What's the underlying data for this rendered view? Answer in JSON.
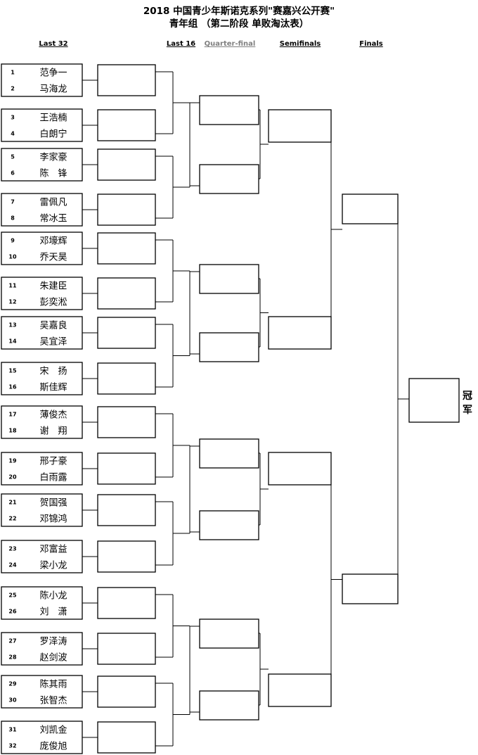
{
  "title_line1": "2018 中国青少年斯诺克系列\"赛嘉兴公开赛\"",
  "title_line2": "青年组 （第二阶段 单败淘汰表）",
  "rounds": {
    "last32": "Last 32",
    "last16": "Last 16",
    "quarter": "Quarter-final",
    "semi": "Semifinals",
    "finals": "Finals"
  },
  "champion_label": "冠军",
  "players": [
    {
      "seed": "1",
      "name": "范争一"
    },
    {
      "seed": "2",
      "name": "马海龙"
    },
    {
      "seed": "3",
      "name": "王浩楠"
    },
    {
      "seed": "4",
      "name": "白朗宁"
    },
    {
      "seed": "5",
      "name": "李家豪"
    },
    {
      "seed": "6",
      "name": "陈　锋"
    },
    {
      "seed": "7",
      "name": "雷佩凡"
    },
    {
      "seed": "8",
      "name": "常冰玉"
    },
    {
      "seed": "9",
      "name": "邓壕辉"
    },
    {
      "seed": "10",
      "name": "乔天昊"
    },
    {
      "seed": "11",
      "name": "朱建臣"
    },
    {
      "seed": "12",
      "name": "彭奕淞"
    },
    {
      "seed": "13",
      "name": "吴嘉良"
    },
    {
      "seed": "14",
      "name": "吴宜泽"
    },
    {
      "seed": "15",
      "name": "宋　扬"
    },
    {
      "seed": "16",
      "name": "斯佳辉"
    },
    {
      "seed": "17",
      "name": "薄俊杰"
    },
    {
      "seed": "18",
      "name": "谢　翔"
    },
    {
      "seed": "19",
      "name": "邢子豪"
    },
    {
      "seed": "20",
      "name": "白雨露"
    },
    {
      "seed": "21",
      "name": "贺国强"
    },
    {
      "seed": "22",
      "name": "邓锦鸿"
    },
    {
      "seed": "23",
      "name": "邓富益"
    },
    {
      "seed": "24",
      "name": "梁小龙"
    },
    {
      "seed": "25",
      "name": "陈小龙"
    },
    {
      "seed": "26",
      "name": "刘　潇"
    },
    {
      "seed": "27",
      "name": "罗泽涛"
    },
    {
      "seed": "28",
      "name": "赵剑波"
    },
    {
      "seed": "29",
      "name": "陈其雨"
    },
    {
      "seed": "30",
      "name": "张智杰"
    },
    {
      "seed": "31",
      "name": "刘凯金"
    },
    {
      "seed": "32",
      "name": "庞俊旭"
    }
  ]
}
